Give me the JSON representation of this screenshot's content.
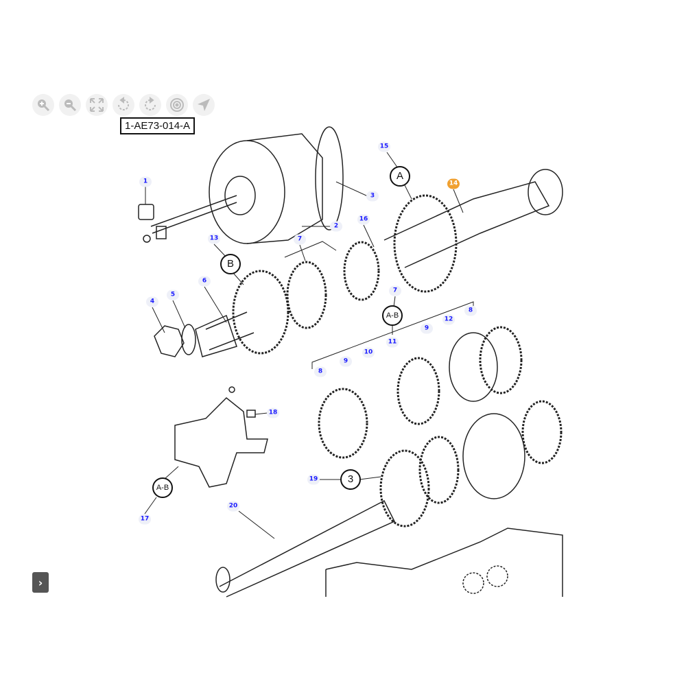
{
  "toolbar": {
    "buttons": [
      {
        "name": "zoom-in-icon"
      },
      {
        "name": "zoom-out-icon"
      },
      {
        "name": "fit-screen-icon"
      },
      {
        "name": "rotate-left-icon"
      },
      {
        "name": "rotate-right-icon"
      },
      {
        "name": "target-icon"
      },
      {
        "name": "navigate-arrow-icon"
      }
    ]
  },
  "diagram": {
    "reference": "1-AE73-014-A",
    "callouts": [
      "1",
      "2",
      "3",
      "15",
      "14",
      "16",
      "13",
      "7",
      "6",
      "4",
      "5",
      "7",
      "12",
      "8",
      "9",
      "11",
      "10",
      "9",
      "8",
      "18",
      "19",
      "17",
      "20"
    ],
    "active_callout": "14",
    "letters": [
      "A",
      "B",
      "A-B",
      "A-B",
      "3"
    ]
  },
  "colors": {
    "callout_text": "#1a1aff",
    "callout_active": "#f0a030"
  },
  "nav": {
    "next_icon": "chevron-right-icon",
    "next_label": "›"
  }
}
